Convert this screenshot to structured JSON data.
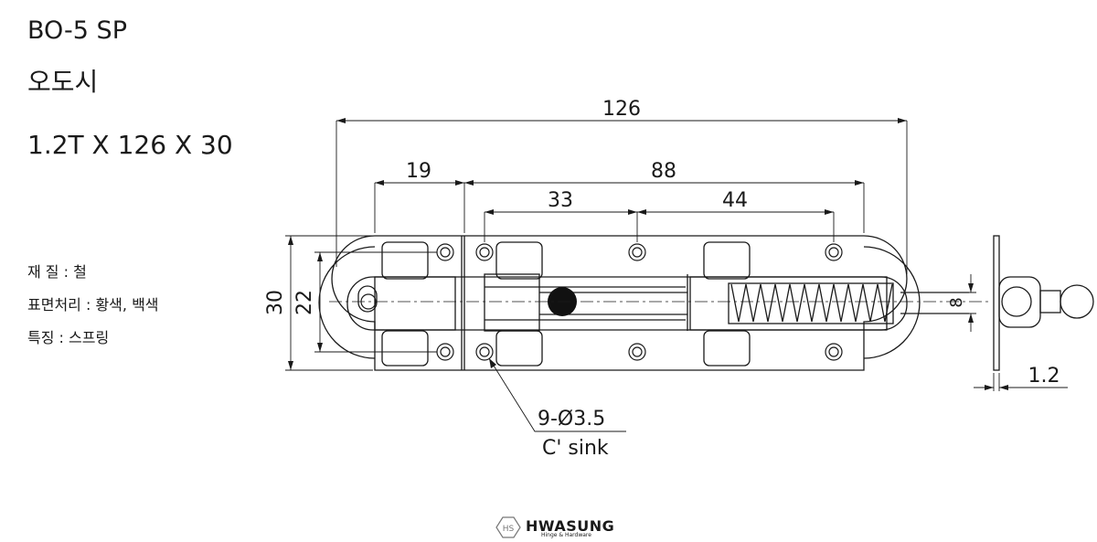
{
  "header": {
    "model": "BO-5 SP",
    "name": "오도시",
    "size": "1.2T X 126 X 30"
  },
  "specs": [
    {
      "label": "재 질",
      "value": "철"
    },
    {
      "label": "표면처리",
      "value": "황색, 백색"
    },
    {
      "label": "특징",
      "value": "스프링"
    }
  ],
  "dimensions": {
    "overall_length": "126",
    "mount_width": "19",
    "slot_span": "88",
    "hole_pitch_1": "33",
    "hole_pitch_2": "44",
    "height": "30",
    "inner_height": "22",
    "bolt_diameter": "8",
    "thickness": "1.2"
  },
  "callout": {
    "holes": "9-Ø3.5",
    "sink": "C' sink"
  },
  "brand": {
    "mark": "HS",
    "name": "HWASUNG",
    "tagline": "Hinge & Hardware"
  }
}
